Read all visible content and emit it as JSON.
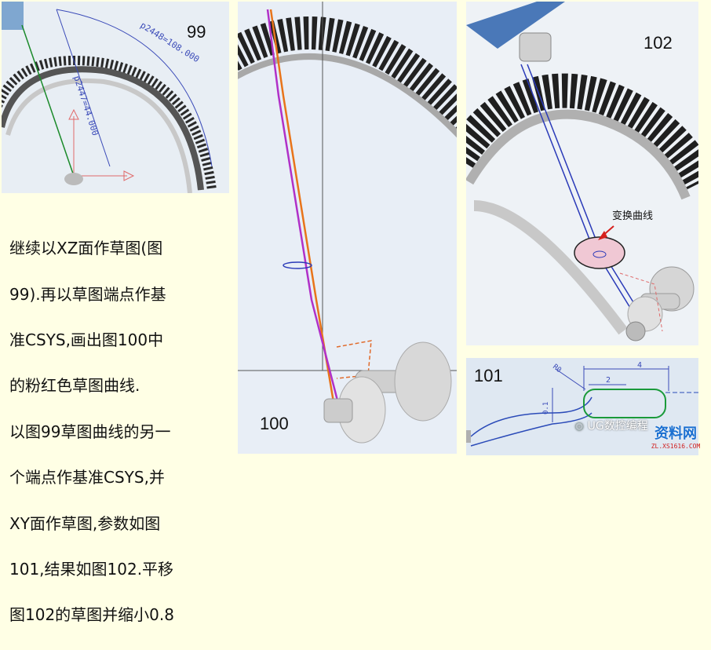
{
  "figures": {
    "fig99": {
      "number": "99",
      "dim_a": "p2448=108.000",
      "dim_b": "p2447=44.000"
    },
    "fig100": {
      "number": "100"
    },
    "fig101": {
      "number": "101",
      "dim_4": "4",
      "dim_2": "2",
      "dim_r": "R0",
      "dim_v": "0.1"
    },
    "fig102": {
      "number": "102",
      "callout": "变换曲线"
    }
  },
  "body_text": {
    "lines": [
      "继续以XZ面作草图(图",
      "99).再以草图端点作基",
      "准CSYS,画出图100中",
      "的粉红色草图曲线.",
      "以图99草图曲线的另一",
      "个端点作基准CSYS,并",
      "XY面作草图,参数如图",
      "101,结果如图102.平移",
      "图102的草图并缩小0.8"
    ]
  },
  "watermark": {
    "wechat": "UG数控编程",
    "logo_text": "资料网",
    "url": "ZL.XS1616.COM"
  },
  "colors": {
    "page_bg": "#ffffe5",
    "viewport_bg": "#e6eef6",
    "dimension": "#3a4ab8",
    "callout_red": "#d6201c",
    "pink_curve": "#b030c8",
    "orange_curve": "#e8741a"
  }
}
